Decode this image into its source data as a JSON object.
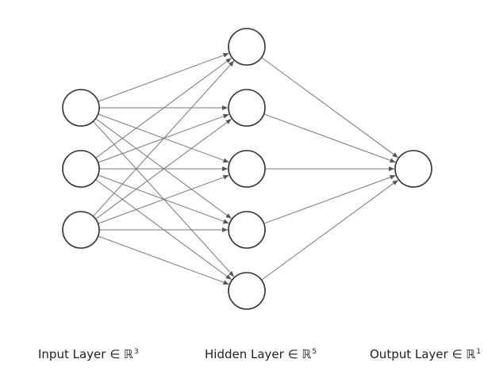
{
  "layers": [
    {
      "label": "Input Layer ∈ ℝ",
      "dim": "3",
      "neurons": 3
    },
    {
      "label": "Hidden Layer ∈ ℝ",
      "dim": "5",
      "neurons": 5
    },
    {
      "label": "Output Layer ∈ ℝ",
      "dim": "1",
      "neurons": 1
    }
  ],
  "connectivity": "fully-connected",
  "colors": {
    "node_stroke": "#333333",
    "edge": "#777777",
    "text": "#222222"
  }
}
